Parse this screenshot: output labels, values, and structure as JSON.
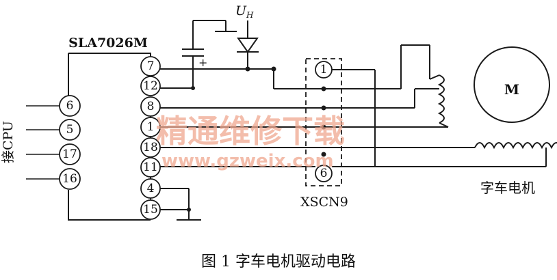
{
  "ic": {
    "name": "SLA7026M",
    "left_pins": [
      "6",
      "5",
      "17",
      "16"
    ],
    "right_pins": [
      "7",
      "12",
      "8",
      "1",
      "18",
      "11",
      "4",
      "15"
    ]
  },
  "connector": {
    "name": "XSCN9",
    "top_pin": "1",
    "bottom_pin": "6"
  },
  "supply": {
    "label_main": "U",
    "label_sub": "H",
    "cap_polarity": "+"
  },
  "cpu_label": "接CPU",
  "motor": {
    "symbol": "M",
    "label": "字车电机"
  },
  "caption": "图 1  字车电机驱动电路",
  "watermark": {
    "cn": "精通维修下载",
    "url": "www.gzweix.com"
  },
  "colors": {
    "line": "#1a1a1a",
    "watermark": "#f0a890"
  }
}
